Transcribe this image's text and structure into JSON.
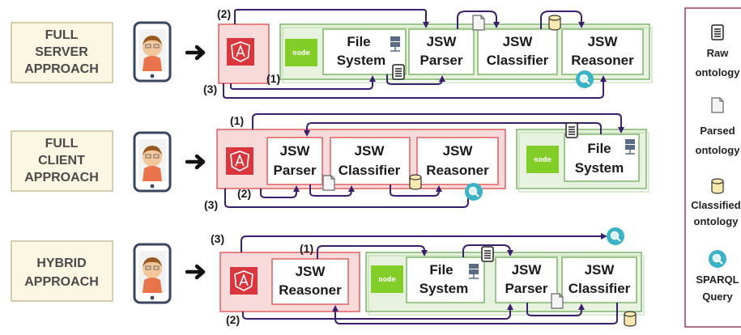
{
  "approaches": [
    {
      "label_lines": [
        "FULL",
        "SERVER",
        "APPROACH"
      ]
    },
    {
      "label_lines": [
        "FULL",
        "CLIENT",
        "APPROACH"
      ]
    },
    {
      "label_lines": [
        "HYBRID",
        "APPROACH"
      ]
    }
  ],
  "components": {
    "file_system": [
      "File",
      "System"
    ],
    "parser": [
      "JSW",
      "Parser"
    ],
    "classifier": [
      "JSW",
      "Classifier"
    ],
    "reasoner": [
      "JSW",
      "Reasoner"
    ],
    "node_logo": "node",
    "angular_logo": "A"
  },
  "step_labels": {
    "s1": "(1)",
    "s2": "(2)",
    "s3": "(3)"
  },
  "legend": {
    "raw": [
      "Raw",
      "ontology"
    ],
    "parsed": [
      "Parsed",
      "ontology"
    ],
    "classified": [
      "Classified",
      "ontology"
    ],
    "sparql": [
      "SPARQL",
      "Query"
    ]
  },
  "colors": {
    "client_fill": "#f9dada",
    "client_stroke": "#e06060",
    "server_fill": "#e8f3df",
    "server_stroke": "#7fb56a",
    "arrow": "#3b1f6e",
    "approach_fill": "#fbf7e2",
    "legend_stroke": "#9b3b6b",
    "angular_red": "#d9363e",
    "node_green": "#83cd29",
    "sparql_teal": "#3ab3c9",
    "cylinder_fill": "#fde8b0"
  }
}
